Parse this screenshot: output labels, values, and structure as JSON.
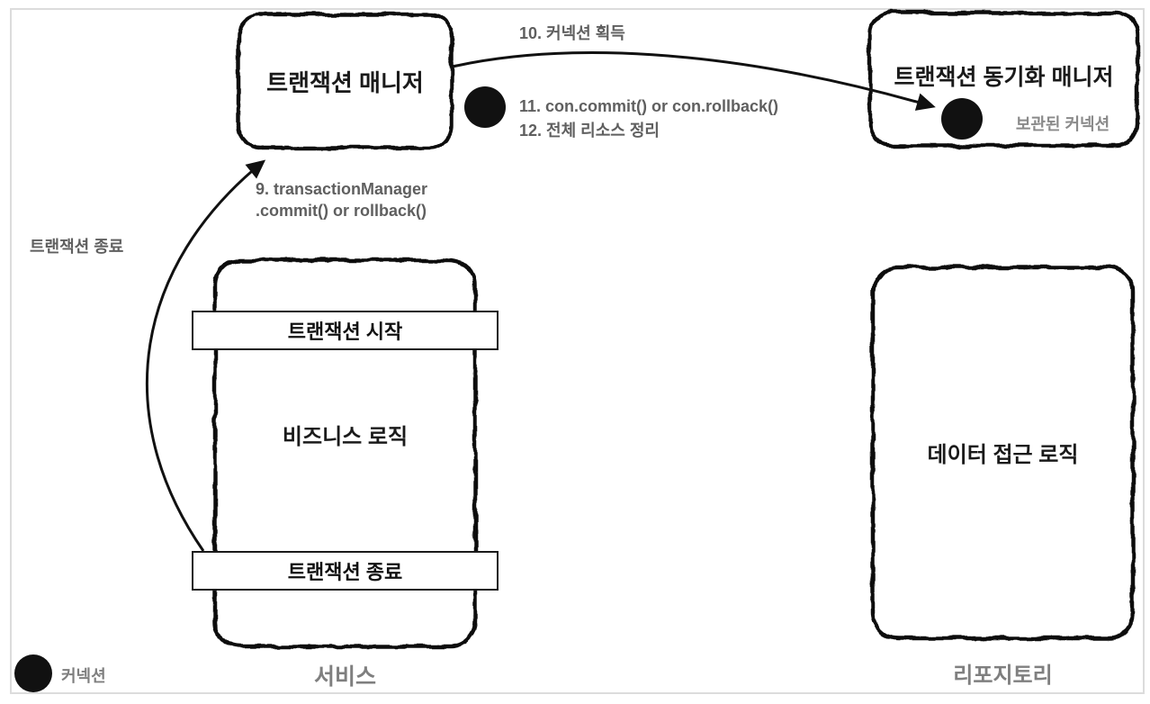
{
  "diagram": {
    "transaction_manager_box": {
      "title": "트랜잭션 매니저"
    },
    "sync_manager_box": {
      "title": "트랜잭션 동기화 매니저",
      "stored_connection_label": "보관된 커넥션"
    },
    "service_box": {
      "caption": "서비스",
      "tx_start_bar": "트랜잭션 시작",
      "body": "비즈니스 로직",
      "tx_end_bar": "트랜잭션 종료"
    },
    "repository_box": {
      "caption": "리포지토리",
      "body": "데이터 접근 로직"
    },
    "annotations": {
      "step9_line1": "9. transactionManager",
      "step9_line2": ".commit() or rollback()",
      "step10": "10. 커넥션 획득",
      "step11": "11. con.commit() or con.rollback()",
      "step12": "12. 전체 리소스 정리",
      "tx_end_side_note": "트랜잭션 종료"
    },
    "legend": {
      "connection": "커넥션"
    },
    "colors": {
      "sketch_stroke": "#111111",
      "annotation_text": "#5f5f5f",
      "caption_text": "#7f7f7f",
      "muted_text": "#8a8a8a",
      "canvas_border": "#dcdcdc",
      "background": "#ffffff"
    }
  }
}
